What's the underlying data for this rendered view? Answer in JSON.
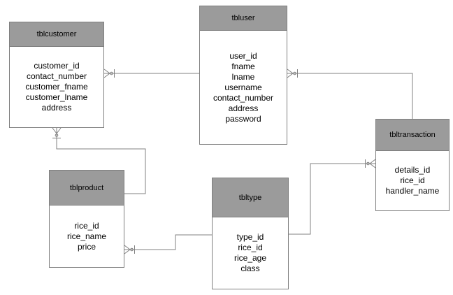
{
  "diagram": {
    "tables": [
      {
        "name": "tblcustomer",
        "fields": [
          "customer_id",
          "contact_number",
          "customer_fname",
          "customer_lname",
          "address"
        ]
      },
      {
        "name": "tbluser",
        "fields": [
          "user_id",
          "fname",
          "lname",
          "username",
          "contact_number",
          "address",
          "password"
        ]
      },
      {
        "name": "tbltransaction",
        "fields": [
          "details_id",
          "rice_id",
          "handler_name"
        ]
      },
      {
        "name": "tblproduct",
        "fields": [
          "rice_id",
          "rice_name",
          "price"
        ]
      },
      {
        "name": "tbltype",
        "fields": [
          "type_id",
          "rice_id",
          "rice_age",
          "class"
        ]
      }
    ],
    "relationships": [
      {
        "from": "tblcustomer",
        "to": "tbluser",
        "marker_at": "tblcustomer",
        "marker": "crow-foot-circle-tick"
      },
      {
        "from": "tblcustomer",
        "to": "tblproduct",
        "marker_at": "tblcustomer",
        "marker": "crow-foot-circle-tick"
      },
      {
        "from": "tblproduct",
        "to": "tbltype",
        "marker_at": "tblproduct",
        "marker": "crow-foot-circle-tick"
      },
      {
        "from": "tbltransaction",
        "to": "tbltype",
        "marker_at": "tbltransaction",
        "marker": "crow-foot-circle-tick"
      },
      {
        "from": "tbluser",
        "to": "tbltransaction",
        "marker_at": "tbluser",
        "marker": "crow-foot-circle-tick"
      }
    ],
    "colors": {
      "header_fill": "#9b9b9b",
      "table_border": "#7f7f7f",
      "connector": "#808080",
      "text": "#000000",
      "body_fill": "#ffffff",
      "background": "#ffffff"
    }
  }
}
